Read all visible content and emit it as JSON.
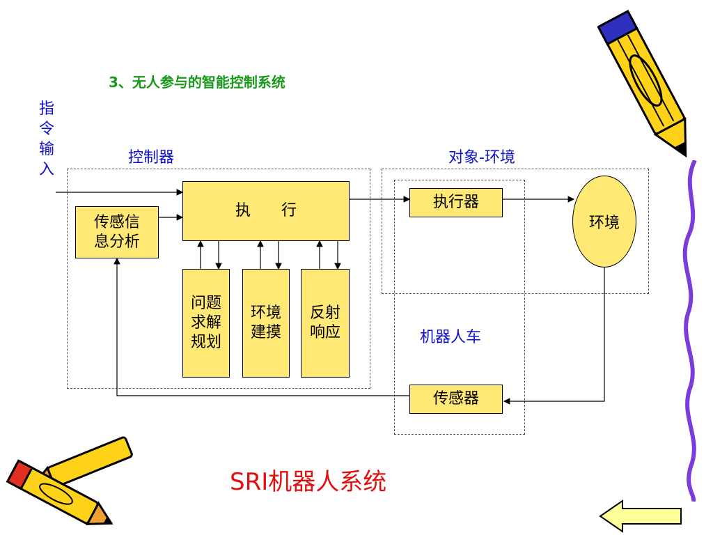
{
  "heading": "3、无人参与的智能控制系统",
  "input_label": [
    "指",
    "令",
    "输",
    "入"
  ],
  "controller_label": "控制器",
  "object_env_label": "对象-环境",
  "robot_car_label": "机器人车",
  "boxes": {
    "execute": "执　　行",
    "sensor_info": [
      "传感信",
      "息分析"
    ],
    "problem": [
      "问题",
      "求解",
      "规划"
    ],
    "env_model": [
      "环境",
      "建摸"
    ],
    "reflex": [
      "反射",
      "响应"
    ],
    "actuator": "执行器",
    "environment": "环境",
    "sensor": "传感器"
  },
  "caption_prefix": "SRI",
  "caption_suffix": "机器人系统",
  "colors": {
    "box_fill": "#ffe873",
    "heading": "#1a9a1a",
    "label_blue": "#1010d0",
    "caption_red": "#e01010"
  }
}
